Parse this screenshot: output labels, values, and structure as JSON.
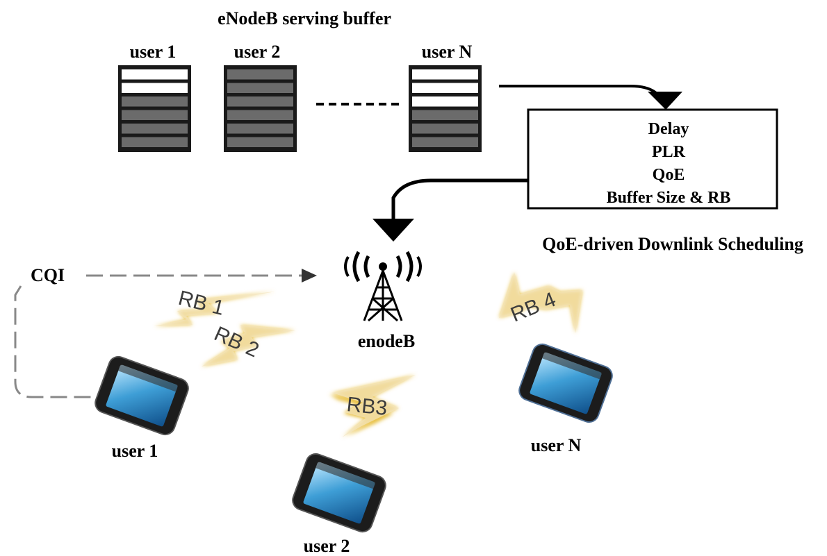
{
  "title": "eNodeB serving buffer",
  "buffers": [
    {
      "label": "user 1",
      "slots": [
        "empty",
        "empty",
        "full",
        "full",
        "full",
        "full"
      ]
    },
    {
      "label": "user 2",
      "slots": [
        "full",
        "full",
        "full",
        "full",
        "full",
        "full"
      ]
    },
    {
      "label": "user N",
      "slots": [
        "empty",
        "empty",
        "empty",
        "full",
        "full",
        "full"
      ]
    }
  ],
  "scheduler": {
    "metrics": [
      "Delay",
      "PLR",
      "QoE",
      "Buffer Size & RB"
    ],
    "caption": "QoE-driven Downlink Scheduling"
  },
  "feedback_label": "CQI",
  "base_station_label": "enodeB",
  "resource_blocks": [
    "RB 1",
    "RB 2",
    "RB3",
    "RB 4"
  ],
  "users": [
    "user 1",
    "user 2",
    "user N"
  ],
  "colors": {
    "slot_full": "#6b6b6b",
    "slot_empty": "#ffffff",
    "glow": "#e9c24a",
    "phone_screen": "#3e9ed6"
  }
}
